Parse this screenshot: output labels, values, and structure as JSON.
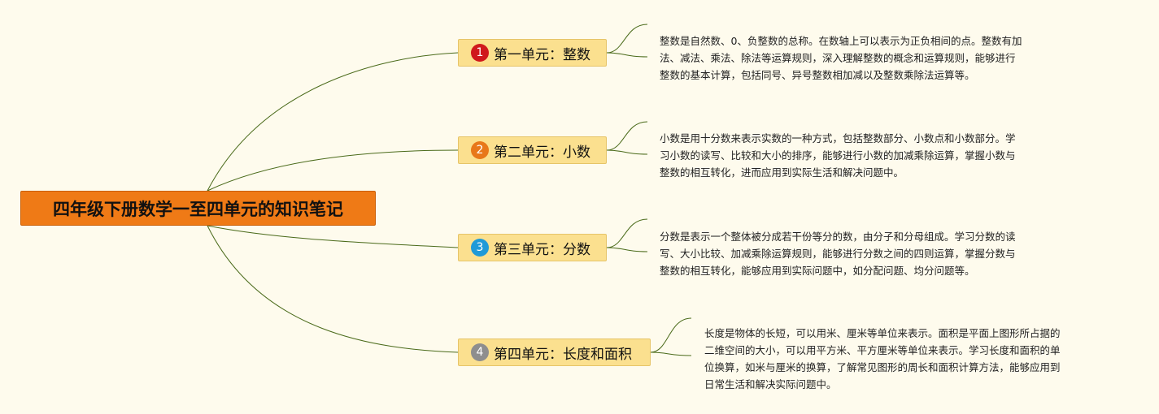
{
  "root": {
    "title": "四年级下册数学一至四单元的知识笔记"
  },
  "colors": {
    "root_bg": "#ef7a16",
    "topic_bg": "#fbe08f",
    "line": "#4a6a1a",
    "badge_1": "#d0181c",
    "badge_2": "#e8781a",
    "badge_3": "#1e9ad8",
    "badge_4": "#8e8e8e"
  },
  "topics": [
    {
      "number": "1",
      "label": "第一单元：整数",
      "badge_color": "#d0181c",
      "note_lines": [
        "整数是自然数、0、负整数的总称。在数轴上可以表示为正负相间的点。整数有加",
        "法、减法、乘法、除法等运算规则，深入理解整数的概念和运算规则，能够进行",
        "整数的基本计算，包括同号、异号整数相加减以及整数乘除法运算等。"
      ]
    },
    {
      "number": "2",
      "label": "第二单元：小数",
      "badge_color": "#e8781a",
      "note_lines": [
        "小数是用十分数来表示实数的一种方式，包括整数部分、小数点和小数部分。学",
        "习小数的读写、比较和大小的排序，能够进行小数的加减乘除运算，掌握小数与",
        "整数的相互转化，进而应用到实际生活和解决问题中。"
      ]
    },
    {
      "number": "3",
      "label": "第三单元：分数",
      "badge_color": "#1e9ad8",
      "note_lines": [
        "分数是表示一个整体被分成若干份等分的数，由分子和分母组成。学习分数的读",
        "写、大小比较、加减乘除运算规则，能够进行分数之间的四则运算，掌握分数与",
        "整数的相互转化，能够应用到实际问题中，如分配问题、均分问题等。"
      ]
    },
    {
      "number": "4",
      "label": "第四单元：长度和面积",
      "badge_color": "#8e8e8e",
      "note_lines": [
        "长度是物体的长短，可以用米、厘米等单位来表示。面积是平面上图形所占据的",
        "二维空间的大小，可以用平方米、平方厘米等单位来表示。学习长度和面积的单",
        "位换算，如米与厘米的换算，了解常见图形的周长和面积计算方法，能够应用到",
        "日常生活和解决实际问题中。"
      ]
    }
  ]
}
